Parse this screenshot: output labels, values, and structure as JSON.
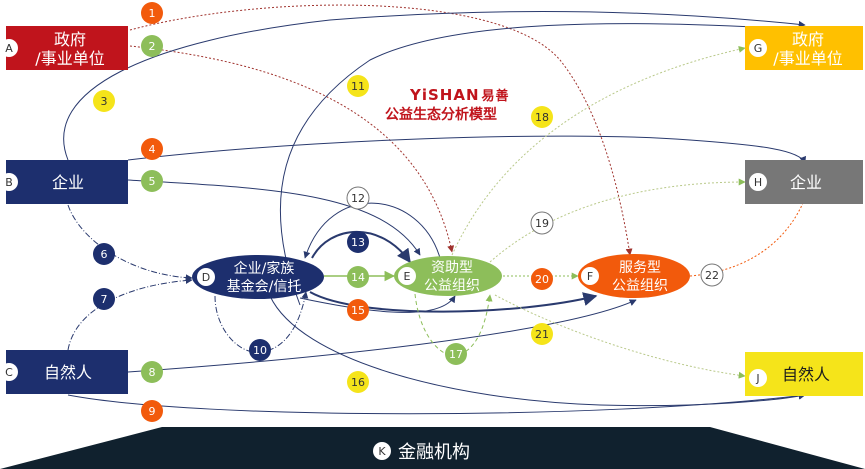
{
  "title": {
    "brand": "YiSHAN",
    "brand_cn": "易善",
    "subtitle": "公益生态分析模型"
  },
  "colors": {
    "gov": "#c0141c",
    "ent": "#1d2f6e",
    "gray": "#777777",
    "yellow": "#f5e41a",
    "gold": "#ffc000",
    "green": "#8dbe5a",
    "orange": "#f25a0c",
    "navy": "#1d2f6e",
    "dark": "#10212e",
    "linkDark": "#2a3a6e",
    "linkRed": "#a0332e"
  },
  "nodes": {
    "A": {
      "letter": "A",
      "line1": "政府",
      "line2": "/事业单位"
    },
    "B": {
      "letter": "B",
      "line1": "企业"
    },
    "C": {
      "letter": "C",
      "line1": "自然人"
    },
    "D": {
      "letter": "D",
      "line1": "企业/家族",
      "line2": "基金会/信托"
    },
    "E": {
      "letter": "E",
      "line1": "资助型",
      "line2": "公益组织"
    },
    "F": {
      "letter": "F",
      "line1": "服务型",
      "line2": "公益组织"
    },
    "G": {
      "letter": "G",
      "line1": "政府",
      "line2": "/事业单位"
    },
    "H": {
      "letter": "H",
      "line1": "企业"
    },
    "J": {
      "letter": "J",
      "line1": "自然人"
    },
    "K": {
      "letter": "K",
      "line1": "金融机构"
    }
  },
  "badges": [
    {
      "n": "1",
      "style": "orange"
    },
    {
      "n": "2",
      "style": "green"
    },
    {
      "n": "3",
      "style": "yellow"
    },
    {
      "n": "4",
      "style": "orange"
    },
    {
      "n": "5",
      "style": "green"
    },
    {
      "n": "6",
      "style": "navy"
    },
    {
      "n": "7",
      "style": "navy"
    },
    {
      "n": "8",
      "style": "green"
    },
    {
      "n": "9",
      "style": "orange"
    },
    {
      "n": "10",
      "style": "navy"
    },
    {
      "n": "11",
      "style": "yellow"
    },
    {
      "n": "12",
      "style": "white"
    },
    {
      "n": "13",
      "style": "navy"
    },
    {
      "n": "14",
      "style": "green"
    },
    {
      "n": "15",
      "style": "orange"
    },
    {
      "n": "16",
      "style": "yellow"
    },
    {
      "n": "17",
      "style": "green"
    },
    {
      "n": "18",
      "style": "yellow"
    },
    {
      "n": "19",
      "style": "white"
    },
    {
      "n": "20",
      "style": "orange"
    },
    {
      "n": "21",
      "style": "yellow"
    },
    {
      "n": "22",
      "style": "white"
    }
  ]
}
